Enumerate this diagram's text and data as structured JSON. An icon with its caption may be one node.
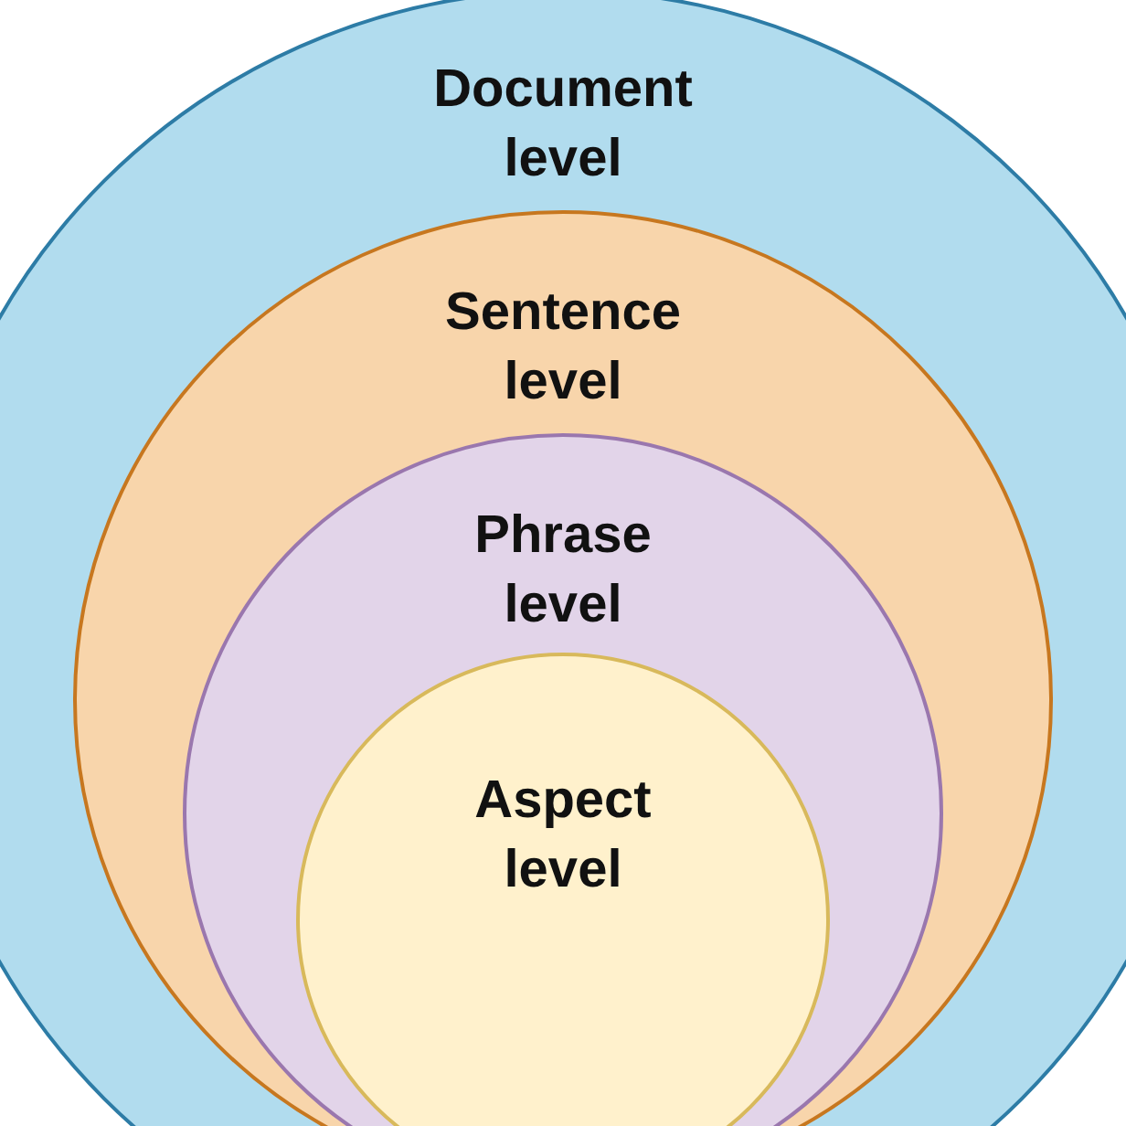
{
  "diagram": {
    "nodes": [
      {
        "text": [
          "Document level"
        ]
      },
      {
        "text": [
          "Sentence level"
        ],
        "in": 0
      },
      {
        "text": [
          "Phrase level"
        ],
        "in": 1
      },
      {
        "text": [
          "Aspect level"
        ],
        "in": 2
      }
    ]
  }
}
